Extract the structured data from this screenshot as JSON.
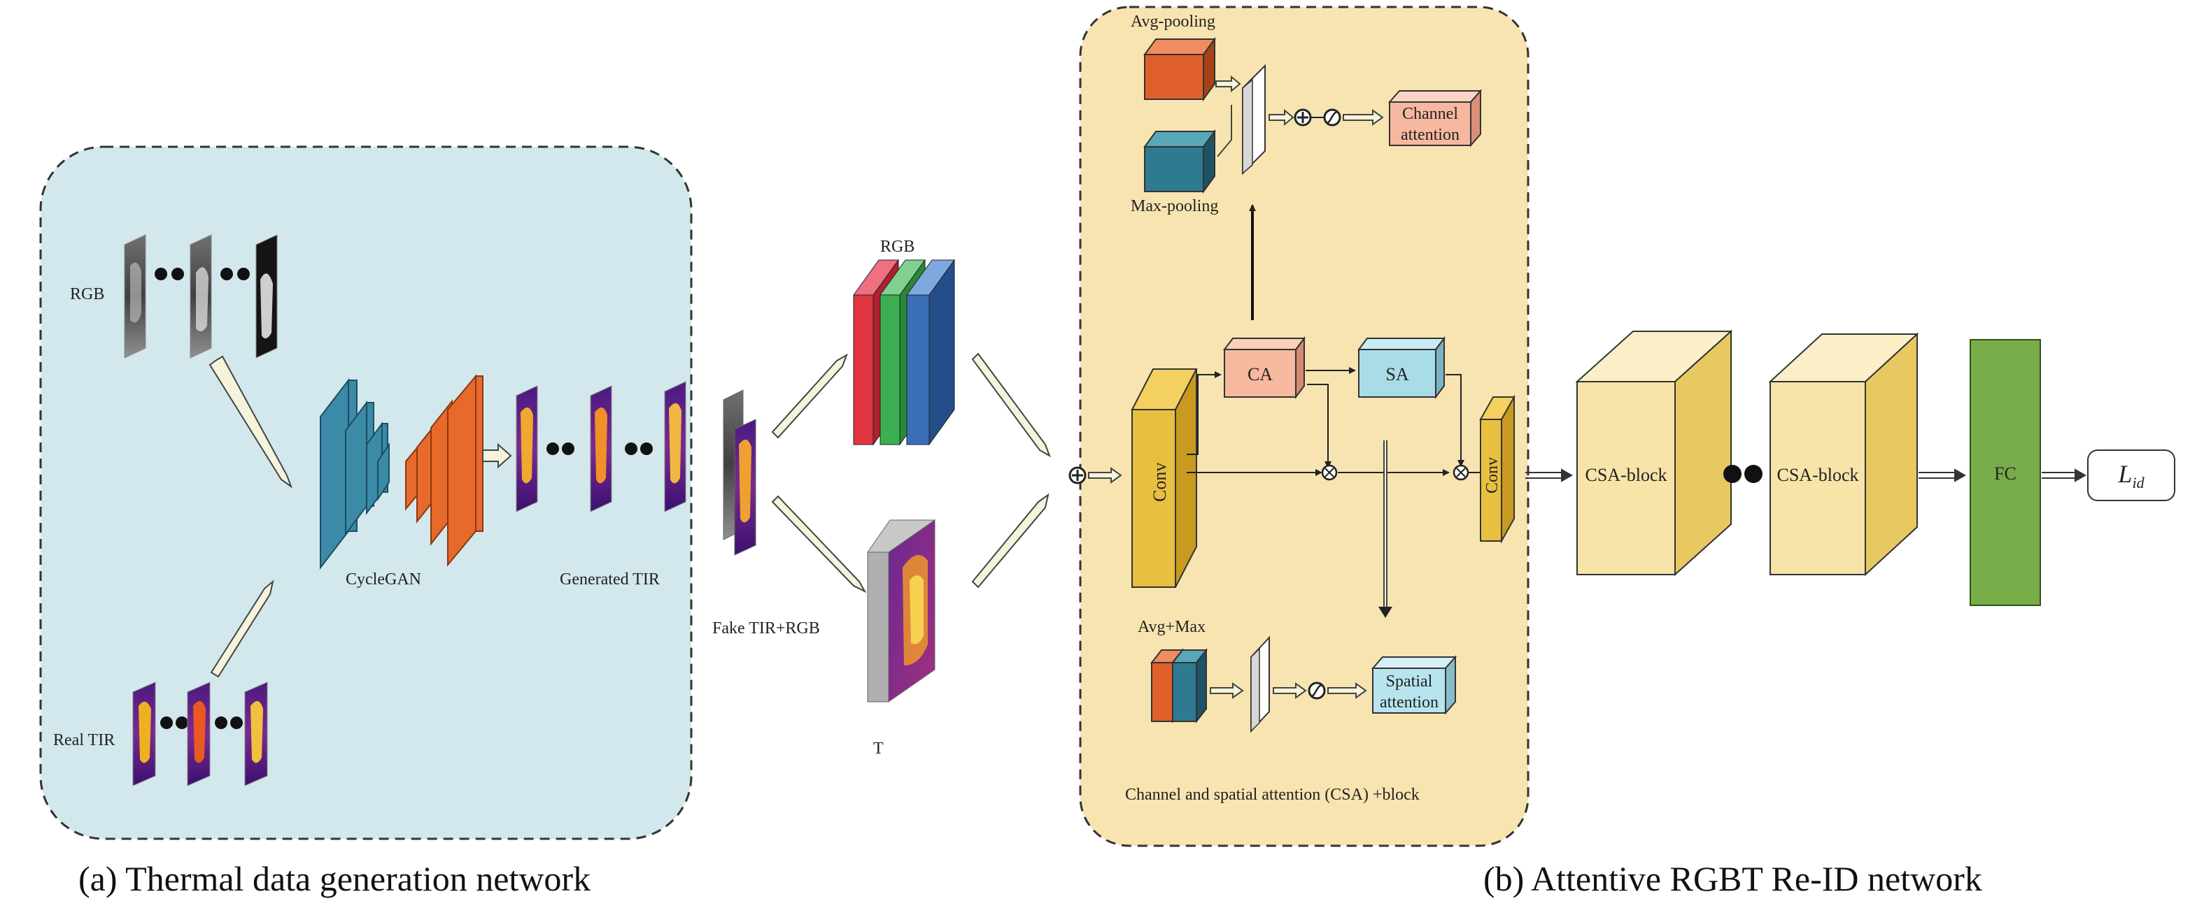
{
  "panel_a": {
    "caption": "(a) Thermal data generation network",
    "rgb_label": "RGB",
    "real_tir_label": "Real TIR",
    "cyclegan_label": "CycleGAN",
    "generated_tir_label": "Generated TIR"
  },
  "middle": {
    "fake_label": "Fake TIR+RGB",
    "rgb_stack_label": "RGB",
    "t_label": "T"
  },
  "panel_b": {
    "caption": "(b) Attentive RGBT Re-ID network",
    "avg_pooling": "Avg-pooling",
    "max_pooling": "Max-pooling",
    "channel_attention_line1": "Channel",
    "channel_attention_line2": "attention",
    "ca": "CA",
    "sa": "SA",
    "conv1": "Conv",
    "conv2": "Conv",
    "avg_max": "Avg+Max",
    "spatial_attention_line1": "Spatial",
    "spatial_attention_line2": "attention",
    "csa_caption": "Channel and spatial attention (CSA) +block"
  },
  "right": {
    "csa_block_1": "CSA-block",
    "csa_block_2": "CSA-block",
    "fc": "FC",
    "loss_main": "L",
    "loss_sub": "id"
  },
  "colors": {
    "panel_a_bg": "#d3e8ec",
    "panel_b_bg": "#f8e4b0",
    "cyclegan_blue": "#3a8aa8",
    "cyclegan_orange": "#e8692c",
    "rgb_red": "#e03540",
    "rgb_green": "#3cb050",
    "rgb_blue": "#3a6fb8",
    "conv_yellow": "#e8c040",
    "ca_fill": "#f7b8a0",
    "sa_fill": "#a8dce6",
    "csa_block": "#f8e4a8",
    "fc_green": "#78ac48"
  }
}
